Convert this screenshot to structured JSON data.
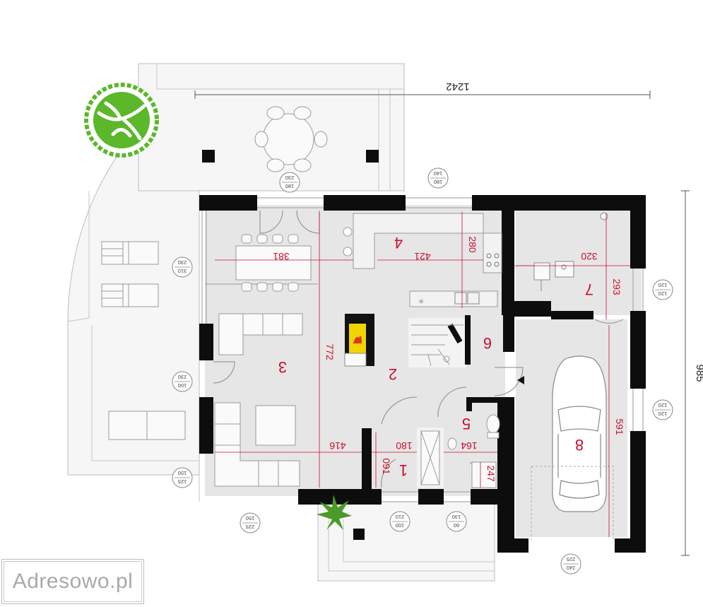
{
  "plan": {
    "overall_width": "1242",
    "overall_depth": "985",
    "rooms": [
      {
        "number": "1"
      },
      {
        "number": "2"
      },
      {
        "number": "3"
      },
      {
        "number": "4"
      },
      {
        "number": "5"
      },
      {
        "number": "6"
      },
      {
        "number": "7"
      },
      {
        "number": "8"
      }
    ],
    "room_dimensions": [
      "381",
      "421",
      "280",
      "320",
      "293",
      "772",
      "416",
      "180",
      "164",
      "091",
      "247",
      "591"
    ],
    "openings": [
      {
        "top": "180",
        "bottom": "230"
      },
      {
        "top": "180",
        "bottom": "140"
      },
      {
        "top": "310",
        "bottom": "230"
      },
      {
        "top": "100",
        "bottom": "230"
      },
      {
        "top": "125",
        "bottom": "150"
      },
      {
        "top": "225",
        "bottom": "150"
      },
      {
        "top": "100",
        "bottom": "210"
      },
      {
        "top": "60",
        "bottom": "130"
      },
      {
        "top": "240",
        "bottom": "225"
      },
      {
        "top": "120",
        "bottom": "120"
      },
      {
        "top": "120",
        "bottom": "120"
      }
    ],
    "colors": {
      "wall": "#0d0d0d",
      "floor": "#e6e6e6",
      "dimension_red": "#c8102e",
      "tree": "#5ab82a"
    }
  },
  "watermark": {
    "text": "Adresowo.pl"
  }
}
